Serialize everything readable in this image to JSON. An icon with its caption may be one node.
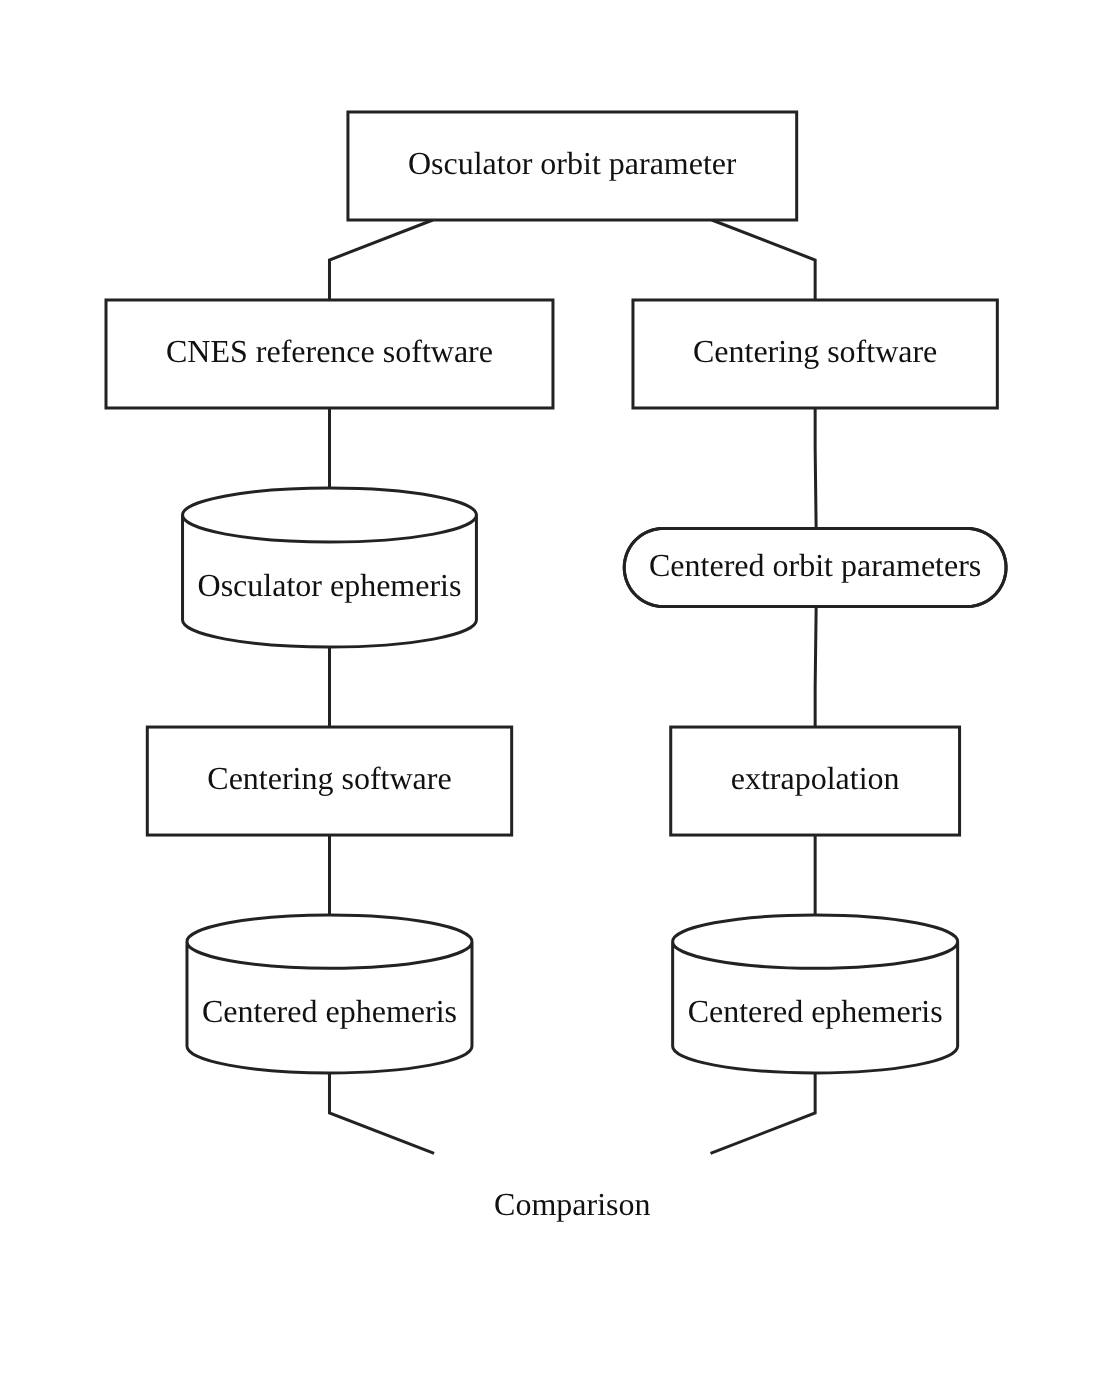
{
  "diagram": {
    "nodes": [
      {
        "text": [
          "Osculator orbit parameter"
        ]
      },
      {
        "text": [
          "CNES reference software"
        ]
      },
      {
        "text": [
          "Centering software"
        ]
      },
      {
        "text": [
          "Osculator ephemeris"
        ]
      },
      {
        "text": [
          "Centered orbit parameters"
        ]
      },
      {
        "text": [
          "Centering software"
        ]
      },
      {
        "text": [
          "extrapolation"
        ]
      },
      {
        "text": [
          "Centered ephemeris"
        ]
      },
      {
        "text": [
          "Centered ephemeris"
        ]
      },
      {
        "text": [
          "Comparison"
        ]
      }
    ],
    "edges": [
      {
        "from": 0,
        "to": 1,
        "arrow": "none"
      },
      {
        "from": 0,
        "to": 2,
        "arrow": "none"
      },
      {
        "from": 1,
        "to": 3,
        "arrow": "none"
      },
      {
        "from": 3,
        "to": 5,
        "arrow": "none"
      },
      {
        "from": 5,
        "to": 7,
        "arrow": "none"
      },
      {
        "from": 2,
        "to": 4,
        "arrow": "none"
      },
      {
        "from": 4,
        "to": 6,
        "arrow": "none"
      },
      {
        "from": 6,
        "to": 8,
        "arrow": "none"
      },
      {
        "from": 7,
        "to": 9,
        "arrow": "none"
      },
      {
        "from": 8,
        "to": 9,
        "arrow": "none"
      }
    ]
  }
}
